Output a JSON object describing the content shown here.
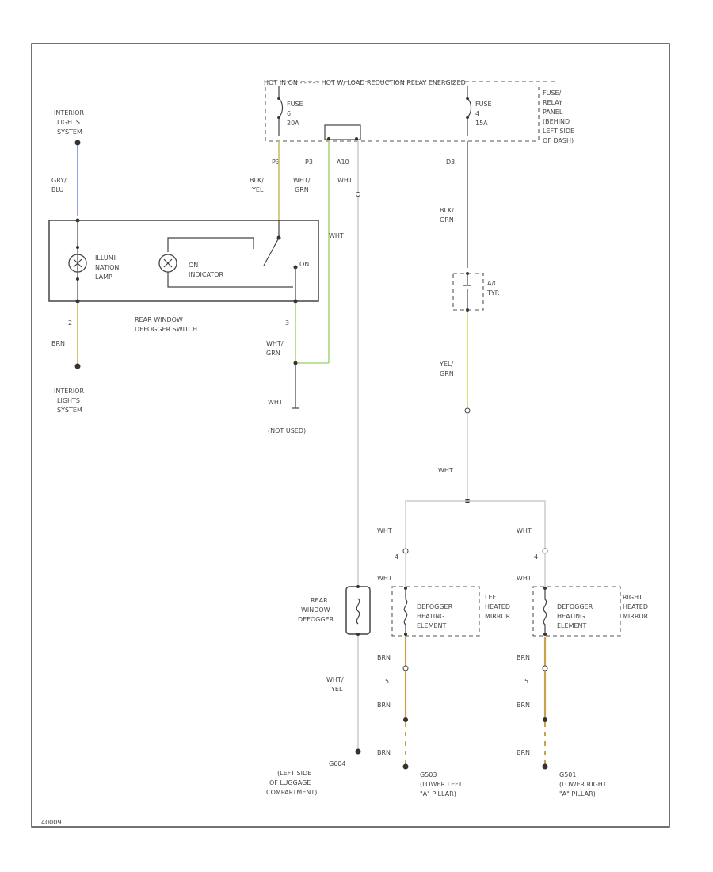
{
  "colors": {
    "blue_wire": "#6f7ce6",
    "yellow_wire": "#d6c473",
    "green_wire": "#a6d97a",
    "yellowgreen_wire": "#c8e36a",
    "brown_yellow_wire": "#c9a24a",
    "white_wire": "#cccccc",
    "ink": "#444444"
  },
  "labels": {
    "int_lights_top": [
      "INTERIOR",
      "LIGHTS",
      "SYSTEM"
    ],
    "int_lights_bottom": [
      "INTERIOR",
      "LIGHTS",
      "SYSTEM"
    ],
    "gry_blu": [
      "GRY/",
      "BLU"
    ],
    "pin2": "2",
    "brn": "BRN",
    "illum": [
      "ILLUMI-",
      "NATION",
      "LAMP"
    ],
    "on_ind": [
      "ON",
      "INDICATOR"
    ],
    "switch_name": [
      "REAR WINDOW",
      "DEFOGGER SWITCH"
    ],
    "sw_pin_on": "ON",
    "pin3": "3",
    "wht_grn_a": [
      "WHT/",
      "GRN"
    ],
    "wht_a": "WHT",
    "not_used": "(NOT USED)",
    "top_bar": "HOT IN ON     - - - - -  HOT W/ LOAD REDUCTION RELAY ENERGIZED",
    "fuse_a": [
      "FUSE",
      "6",
      "20A"
    ],
    "fuse_b": [
      "FUSE",
      "4",
      "15A"
    ],
    "fuse_box": [
      "FUSE/",
      "RELAY",
      "PANEL",
      "(BEHIND",
      "LEFT SIDE",
      "OF DASH)"
    ],
    "p3": "P3",
    "p3b": "P3",
    "a10": "A10",
    "d3": "D3",
    "blk_yel": [
      "BLK/",
      "YEL"
    ],
    "wht_grn_b": [
      "WHT/",
      "GRN"
    ],
    "wht_b": "WHT",
    "wht_mid": "WHT",
    "blk_grn": [
      "BLK/",
      "GRN"
    ],
    "relay": [
      "A/C",
      "TYP."
    ],
    "yel_grn": [
      "YEL/",
      "GRN"
    ],
    "wht_c": "WHT",
    "wht_l1": "WHT",
    "wht_r1": "WHT",
    "wht_l2": "WHT",
    "wht_r2": "WHT",
    "pin4l": "4",
    "pin4r": "4",
    "rear_def": [
      "REAR",
      "WINDOW",
      "DEFOGGER"
    ],
    "def_elem_l": [
      "DEFOGGER",
      "HEATING",
      "ELEMENT"
    ],
    "def_elem_r": [
      "DEFOGGER",
      "HEATING",
      "ELEMENT"
    ],
    "left_mirror": [
      "LEFT",
      "HEATED",
      "MIRROR"
    ],
    "right_mirror": [
      "RIGHT",
      "HEATED",
      "MIRROR"
    ],
    "brn_l1": "BRN",
    "brn_r1": "BRN",
    "pin5l": "5",
    "pin5r": "5",
    "brn_l2": "BRN",
    "brn_r2": "BRN",
    "brn_l3": "BRN",
    "brn_r3": "BRN",
    "wht_yel": [
      "WHT/",
      "YEL"
    ],
    "g604": [
      "G604",
      "(LEFT SIDE",
      "OF LUGGAGE",
      "COMPARTMENT)"
    ],
    "g503": [
      "G503",
      "(LOWER LEFT",
      "\"A\" PILLAR)"
    ],
    "g501": [
      "G501",
      "(LOWER RIGHT",
      "\"A\" PILLAR)"
    ],
    "footer": "40009"
  }
}
